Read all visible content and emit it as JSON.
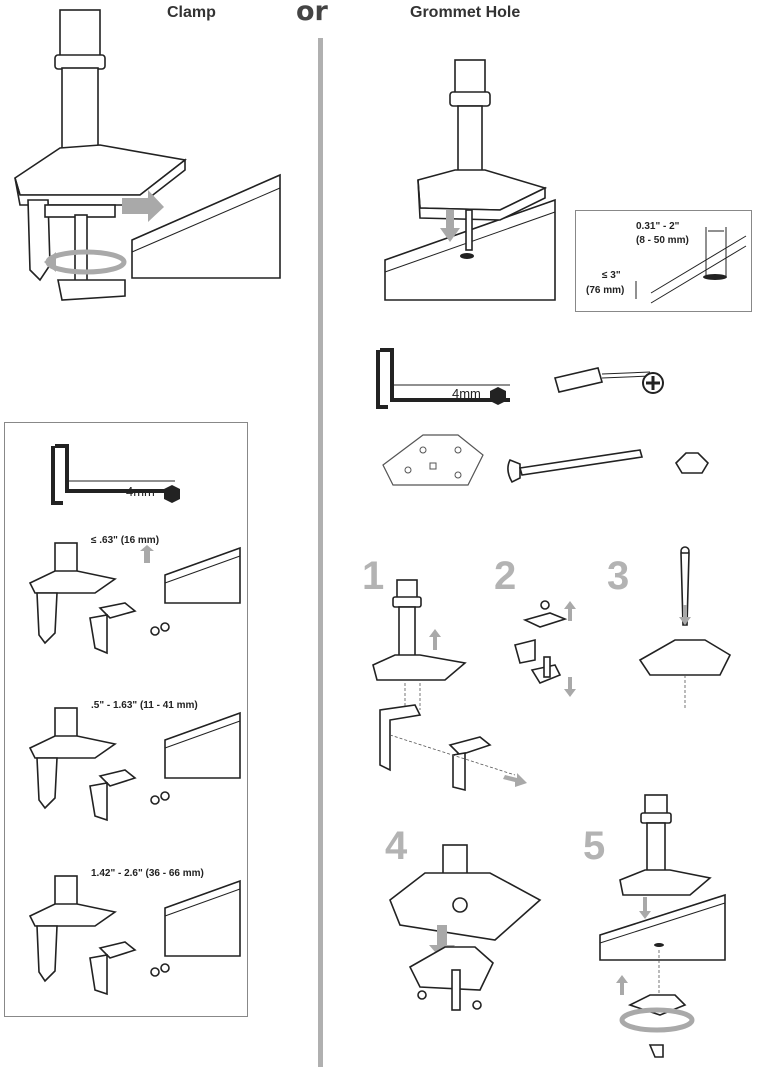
{
  "headings": {
    "clamp": "Clamp",
    "or": "or",
    "grommet": "Grommet Hole"
  },
  "grommet_spec": {
    "width_range": "0.31\" - 2\"",
    "width_range_mm": "(8 - 50 mm)",
    "thickness": "≤ 3\"",
    "thickness_mm": "(76 mm)"
  },
  "tools": {
    "hex_key_grommet": "4mm",
    "hex_key_clamp": "4mm"
  },
  "clamp_configs": [
    {
      "label": "≤ .63\" (16 mm)"
    },
    {
      "label": ".5\" - 1.63\" (11 - 41 mm)"
    },
    {
      "label": "1.42\" - 2.6\" (36 - 66 mm)"
    }
  ],
  "steps": [
    "1",
    "2",
    "3",
    "4",
    "5"
  ],
  "colors": {
    "ink": "#222222",
    "arrow_grey": "#a9a9a9",
    "divider": "#b0b0b0",
    "step_number": "#b3b3b3"
  },
  "icons": [
    "hex-key-icon",
    "screwdriver-icon",
    "phillips-icon",
    "hexagon-icon",
    "arrow-icon",
    "rotate-icon"
  ]
}
